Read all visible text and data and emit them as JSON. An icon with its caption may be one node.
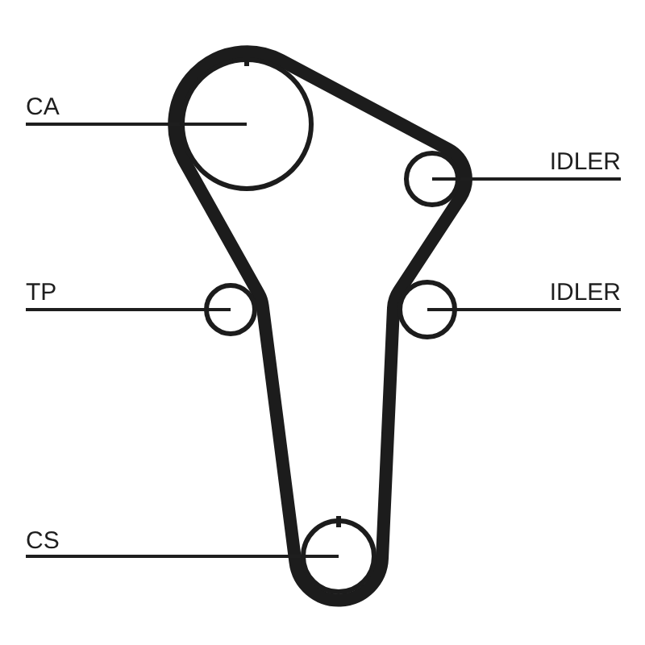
{
  "diagram": {
    "nodes": [
      {
        "text": [
          "CA"
        ]
      },
      {
        "text": [],
        "shape": "circle"
      },
      {
        "text": [
          "IDLER"
        ]
      },
      {
        "text": [],
        "shape": "circle"
      },
      {
        "text": [
          "TP"
        ]
      },
      {
        "text": [],
        "shape": "circle"
      },
      {
        "text": [
          "IDLER"
        ]
      },
      {
        "text": [],
        "shape": "circle"
      },
      {
        "text": [
          "CS"
        ]
      },
      {
        "text": [],
        "shape": "circle"
      }
    ],
    "edges": [
      {
        "from": 0,
        "to": 1,
        "arrow": "none"
      },
      {
        "from": 2,
        "to": 3,
        "arrow": "none"
      },
      {
        "from": 4,
        "to": 5,
        "arrow": "none"
      },
      {
        "from": 6,
        "to": 7,
        "arrow": "none"
      },
      {
        "from": 8,
        "to": 9,
        "arrow": "none"
      }
    ]
  }
}
